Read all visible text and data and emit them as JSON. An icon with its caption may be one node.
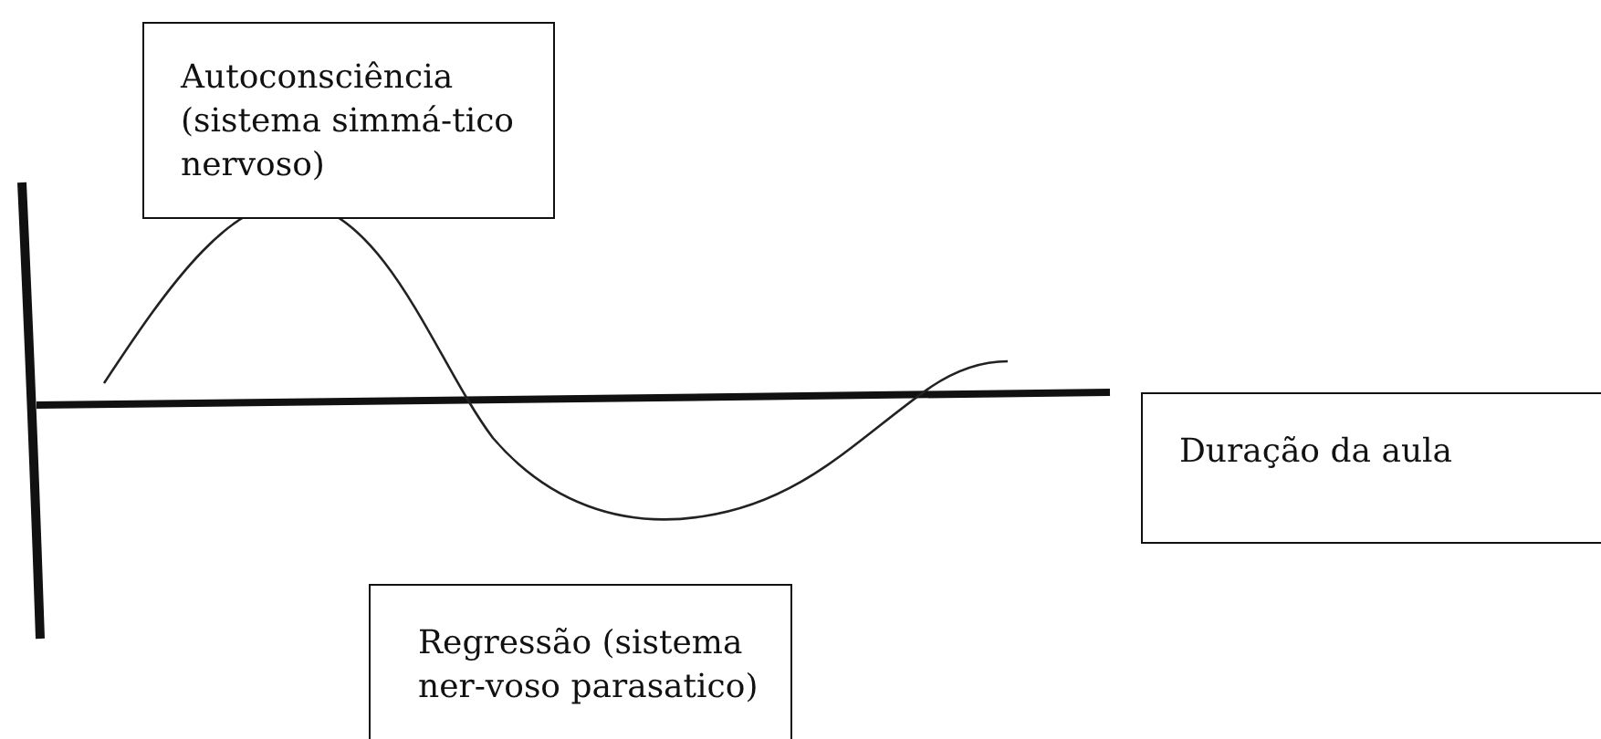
{
  "diagram": {
    "nodes": [
      {
        "text": [
          "Autoconsciência (sistema simmá-tico nervoso)"
        ]
      },
      {
        "text": [
          "Duração da aula"
        ]
      },
      {
        "text": [
          "Regressão (sistema ner-voso parasatico)"
        ]
      }
    ],
    "edges": []
  }
}
